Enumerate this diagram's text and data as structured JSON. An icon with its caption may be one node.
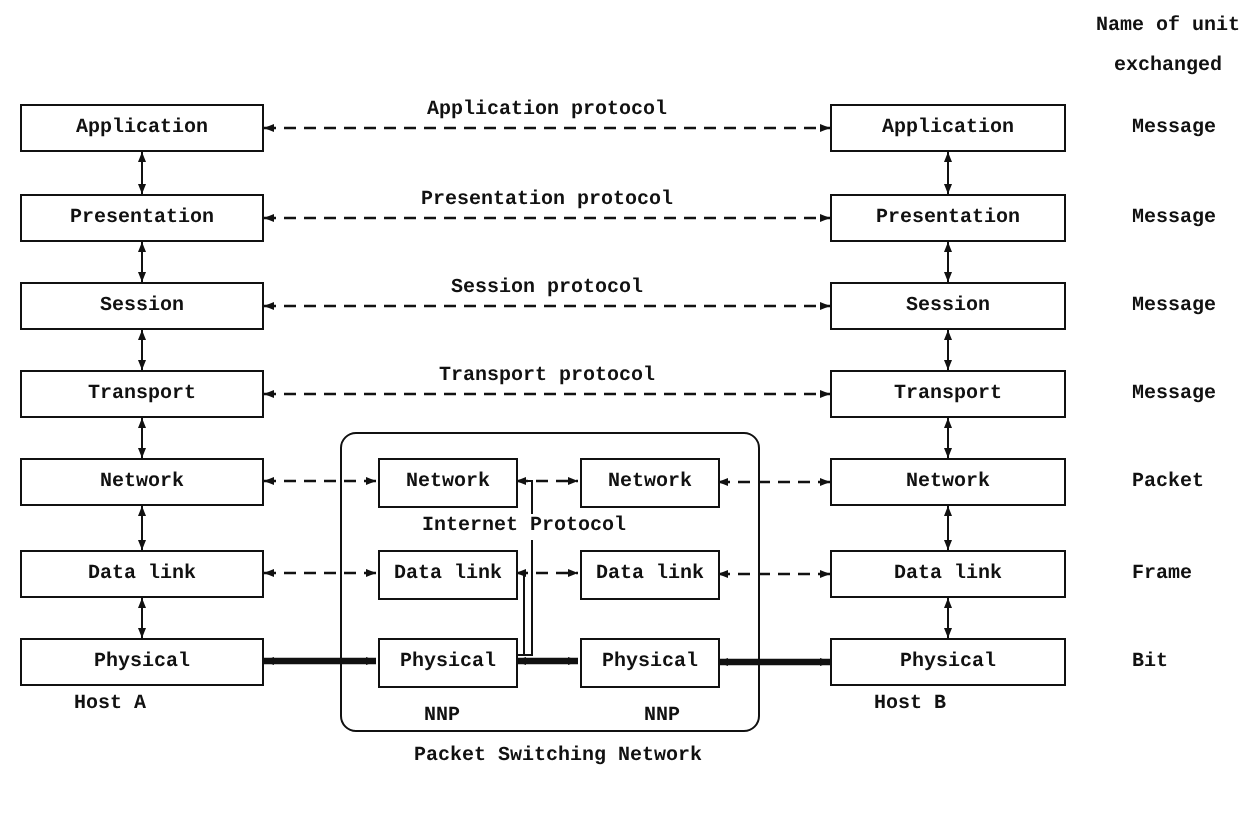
{
  "diagram": {
    "nodes": [
      {
        "text": [
          "Application"
        ]
      },
      {
        "text": [
          "Presentation"
        ]
      },
      {
        "text": [
          "Session"
        ]
      },
      {
        "text": [
          "Transport"
        ]
      },
      {
        "text": [
          "Network"
        ]
      },
      {
        "text": [
          "Data link"
        ]
      },
      {
        "text": [
          "Physical"
        ]
      },
      {
        "text": [
          "Application"
        ]
      },
      {
        "text": [
          "Presentation"
        ]
      },
      {
        "text": [
          "Session"
        ]
      },
      {
        "text": [
          "Transport"
        ]
      },
      {
        "text": [
          "Network"
        ]
      },
      {
        "text": [
          "Data link"
        ]
      },
      {
        "text": [
          "Physical"
        ]
      },
      {
        "text": [],
        "shape": "box"
      },
      {
        "text": [
          "Network"
        ],
        "in": 14
      },
      {
        "text": [
          "Network"
        ],
        "in": 14
      },
      {
        "text": [
          "Data link"
        ],
        "in": 14
      },
      {
        "text": [
          "Data link"
        ],
        "in": 14
      },
      {
        "text": [
          "Physical"
        ],
        "in": 14
      },
      {
        "text": [
          "Physical"
        ],
        "in": 14
      }
    ],
    "edges": [
      {
        "from": 0,
        "to": 1,
        "arrow": "both"
      },
      {
        "from": 1,
        "to": 2,
        "arrow": "both"
      },
      {
        "from": 2,
        "to": 3,
        "arrow": "both"
      },
      {
        "from": 3,
        "to": 4,
        "arrow": "both"
      },
      {
        "from": 4,
        "to": 5,
        "arrow": "both"
      },
      {
        "from": 5,
        "to": 6,
        "arrow": "both"
      },
      {
        "from": 7,
        "to": 8,
        "arrow": "both"
      },
      {
        "from": 8,
        "to": 9,
        "arrow": "both"
      },
      {
        "from": 9,
        "to": 10,
        "arrow": "both"
      },
      {
        "from": 10,
        "to": 11,
        "arrow": "both"
      },
      {
        "from": 11,
        "to": 12,
        "arrow": "both"
      },
      {
        "from": 12,
        "to": 13,
        "arrow": "both"
      },
      {
        "from": 0,
        "to": 7,
        "arrow": "both",
        "label": "Application protocol",
        "style": "dashed"
      },
      {
        "from": 1,
        "to": 8,
        "arrow": "both",
        "label": "Presentation protocol",
        "style": "dashed"
      },
      {
        "from": 2,
        "to": 9,
        "arrow": "both",
        "label": "Session protocol",
        "style": "dashed"
      },
      {
        "from": 3,
        "to": 10,
        "arrow": "both",
        "label": "Transport protocol",
        "style": "dashed"
      },
      {
        "from": 4,
        "to": 15,
        "arrow": "both",
        "style": "dashed"
      },
      {
        "from": 15,
        "to": 16,
        "arrow": "both",
        "style": "dashed"
      },
      {
        "from": 16,
        "to": 11,
        "arrow": "both",
        "style": "dashed"
      },
      {
        "from": 5,
        "to": 17,
        "arrow": "both",
        "style": "dashed"
      },
      {
        "from": 17,
        "to": 18,
        "arrow": "both",
        "style": "dashed"
      },
      {
        "from": 18,
        "to": 12,
        "arrow": "both",
        "style": "dashed"
      },
      {
        "from": 6,
        "to": 19,
        "arrow": "both",
        "style": "thick"
      },
      {
        "from": 19,
        "to": 20,
        "arrow": "both",
        "style": "thick"
      },
      {
        "from": 20,
        "to": 13,
        "arrow": "both",
        "style": "thick"
      },
      {
        "from": 15,
        "to": 19,
        "arrow": "none"
      },
      {
        "from": 17,
        "to": 19,
        "arrow": "none"
      }
    ],
    "labels": [
      "Name of unit exchanged",
      "Message",
      "Message",
      "Message",
      "Message",
      "Packet",
      "Frame",
      "Bit",
      "Internet Protocol",
      "Host A",
      "NNP",
      "NNP",
      "Host B",
      "Packet Switching Network"
    ]
  }
}
